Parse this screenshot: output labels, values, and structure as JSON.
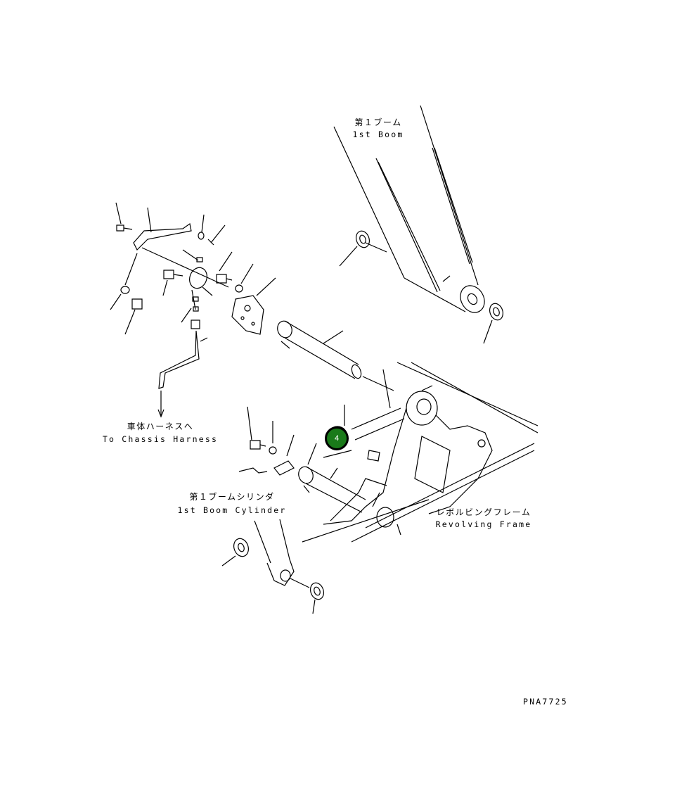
{
  "labels": {
    "boom_jp": "第１ブーム",
    "boom_en": "1st Boom",
    "harness_jp": "車体ハーネスへ",
    "harness_en": "To Chassis Harness",
    "cylinder_jp": "第１ブームシリンダ",
    "cylinder_en": "1st Boom Cylinder",
    "frame_jp": "レボルビングフレーム",
    "frame_en": "Revolving Frame",
    "drawing_code": "PNA7725"
  },
  "callout": {
    "number": "4",
    "color": "#1a7a1a"
  }
}
